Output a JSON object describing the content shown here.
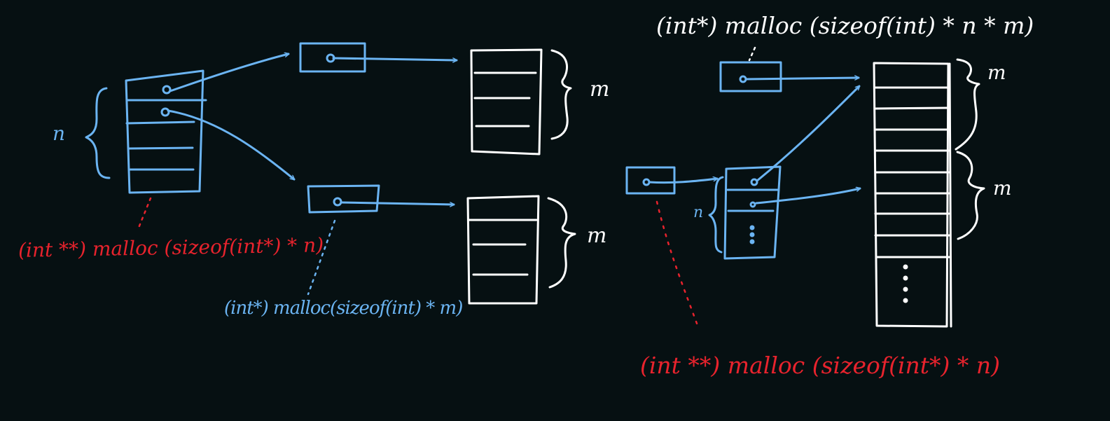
{
  "colors": {
    "background": "#061012",
    "pointer_blue": "#6bb4f2",
    "array_white": "#ffffff",
    "alloc_red": "#e8232d"
  },
  "left_diagram": {
    "n_label": "n",
    "m_label_top": "m",
    "m_label_bottom": "m",
    "outer_alloc": "(int **) malloc (sizeof(int*) * n)",
    "inner_alloc": "(int*) malloc(sizeof(int) * m)"
  },
  "right_diagram": {
    "n_label": "n",
    "m_label_top": "m",
    "m_label_bottom": "m",
    "data_alloc": "(int*) malloc (sizeof(int) * n * m)",
    "outer_alloc": "(int **) malloc (sizeof(int*) * n)"
  }
}
